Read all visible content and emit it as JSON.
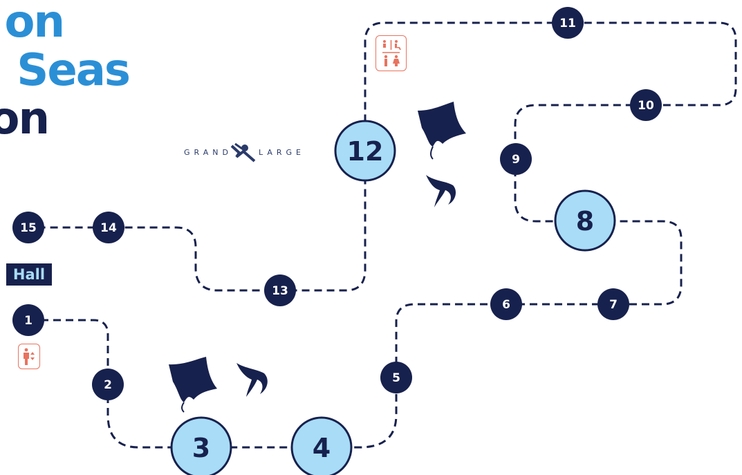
{
  "title": {
    "line1": "on",
    "line2": "Seas",
    "line3": "on"
  },
  "hall_label": "Hall",
  "logo": {
    "left_text": "GRAND",
    "right_text": "LARGE"
  },
  "stops": [
    {
      "id": "1",
      "label": "1",
      "major": false
    },
    {
      "id": "2",
      "label": "2",
      "major": false
    },
    {
      "id": "3",
      "label": "3",
      "major": true
    },
    {
      "id": "4",
      "label": "4",
      "major": true
    },
    {
      "id": "5",
      "label": "5",
      "major": false
    },
    {
      "id": "6",
      "label": "6",
      "major": false
    },
    {
      "id": "7",
      "label": "7",
      "major": false
    },
    {
      "id": "8",
      "label": "8",
      "major": true
    },
    {
      "id": "9",
      "label": "9",
      "major": false
    },
    {
      "id": "10",
      "label": "10",
      "major": false
    },
    {
      "id": "11",
      "label": "11",
      "major": false
    },
    {
      "id": "12",
      "label": "12",
      "major": true
    },
    {
      "id": "13",
      "label": "13",
      "major": false
    },
    {
      "id": "14",
      "label": "14",
      "major": false
    },
    {
      "id": "15",
      "label": "15",
      "major": false
    }
  ],
  "icons": {
    "manta": "manta-ray-icon",
    "shark": "shark-icon",
    "elevator": "elevator-icon",
    "restrooms": "restrooms-icon"
  },
  "colors": {
    "navy": "#17214d",
    "light_blue": "#a8dcf7",
    "bright_blue": "#2b8fd6",
    "facility_red": "#e8735f"
  }
}
